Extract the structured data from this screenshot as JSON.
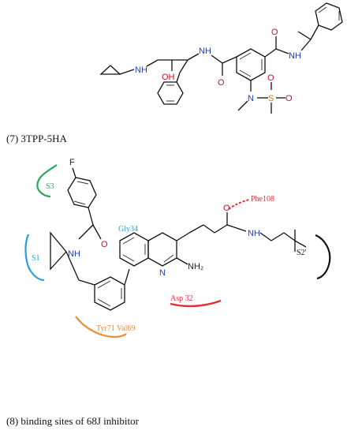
{
  "captions": {
    "first": "(7) 3TPP-5HA",
    "second": "(8) binding sites of 68J inhibitor"
  },
  "molecule_top": {
    "atoms": {
      "nh_left": "NH",
      "oh": "OH",
      "nh_mid": "NH",
      "o_left": "O",
      "o_top": "O",
      "nh_right": "NH",
      "n_sulf": "N",
      "s": "S",
      "o_s1": "O",
      "o_s2": "O"
    }
  },
  "molecule_bottom": {
    "atoms": {
      "f": "F",
      "nh_left": "NH",
      "o_amide": "O",
      "o_right": "O",
      "nh_right": "NH",
      "n_ring": "N",
      "nh2": "NH₂"
    },
    "sites": {
      "s3": "S3",
      "s1": "S1",
      "s2p": "S2'",
      "gly34": "Gly34",
      "phe108": "Phe108",
      "asp32": "Asp 32",
      "tyr_val": "Tyr71 Val69"
    },
    "colors": {
      "s3": "#2aa85a",
      "s1": "#2aa3d8",
      "s2p": "#111111",
      "gly34": "#2aa3d8",
      "phe108": "#e03030",
      "asp32": "#e03030",
      "tyr_val": "#f08a30"
    }
  }
}
